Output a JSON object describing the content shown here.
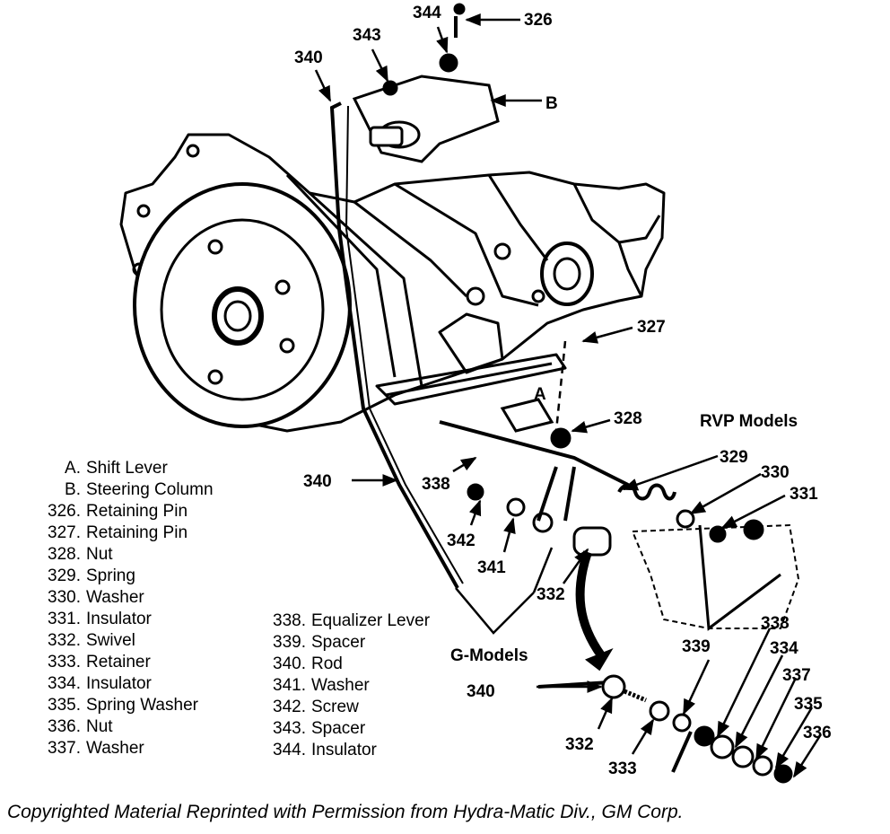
{
  "callouts": {
    "c344": "344",
    "c326": "326",
    "c343": "343",
    "c340_top": "340",
    "c_B": "B",
    "c327": "327",
    "c_A": "A",
    "c328": "328",
    "c340_mid": "340",
    "c338_mid": "338",
    "c342": "342",
    "c341": "341",
    "c332_mid": "332",
    "c329": "329",
    "c330": "330",
    "c331": "331",
    "c338_right": "338",
    "c339": "339",
    "c334": "334",
    "c337": "337",
    "c335": "335",
    "c336": "336",
    "c340_g": "340",
    "c332_g": "332",
    "c333": "333"
  },
  "headings": {
    "rvp": "RVP Models",
    "g": "G-Models"
  },
  "legend_left": [
    {
      "key": "A.",
      "desc": "Shift Lever"
    },
    {
      "key": "B.",
      "desc": "Steering Column"
    },
    {
      "key": "326.",
      "desc": "Retaining Pin"
    },
    {
      "key": "327.",
      "desc": "Retaining Pin"
    },
    {
      "key": "328.",
      "desc": "Nut"
    },
    {
      "key": "329.",
      "desc": "Spring"
    },
    {
      "key": "330.",
      "desc": "Washer"
    },
    {
      "key": "331.",
      "desc": "Insulator"
    },
    {
      "key": "332.",
      "desc": "Swivel"
    },
    {
      "key": "333.",
      "desc": "Retainer"
    },
    {
      "key": "334.",
      "desc": "Insulator"
    },
    {
      "key": "335.",
      "desc": "Spring Washer"
    },
    {
      "key": "336.",
      "desc": "Nut"
    },
    {
      "key": "337.",
      "desc": "Washer"
    }
  ],
  "legend_right": [
    {
      "key": "338.",
      "desc": "Equalizer Lever"
    },
    {
      "key": "339.",
      "desc": "Spacer"
    },
    {
      "key": "340.",
      "desc": "Rod"
    },
    {
      "key": "341.",
      "desc": "Washer"
    },
    {
      "key": "342.",
      "desc": "Screw"
    },
    {
      "key": "343.",
      "desc": "Spacer"
    },
    {
      "key": "344.",
      "desc": "Insulator"
    }
  ],
  "copyright": "Copyrighted Material Reprinted with Permission from Hydra-Matic Div., GM Corp."
}
